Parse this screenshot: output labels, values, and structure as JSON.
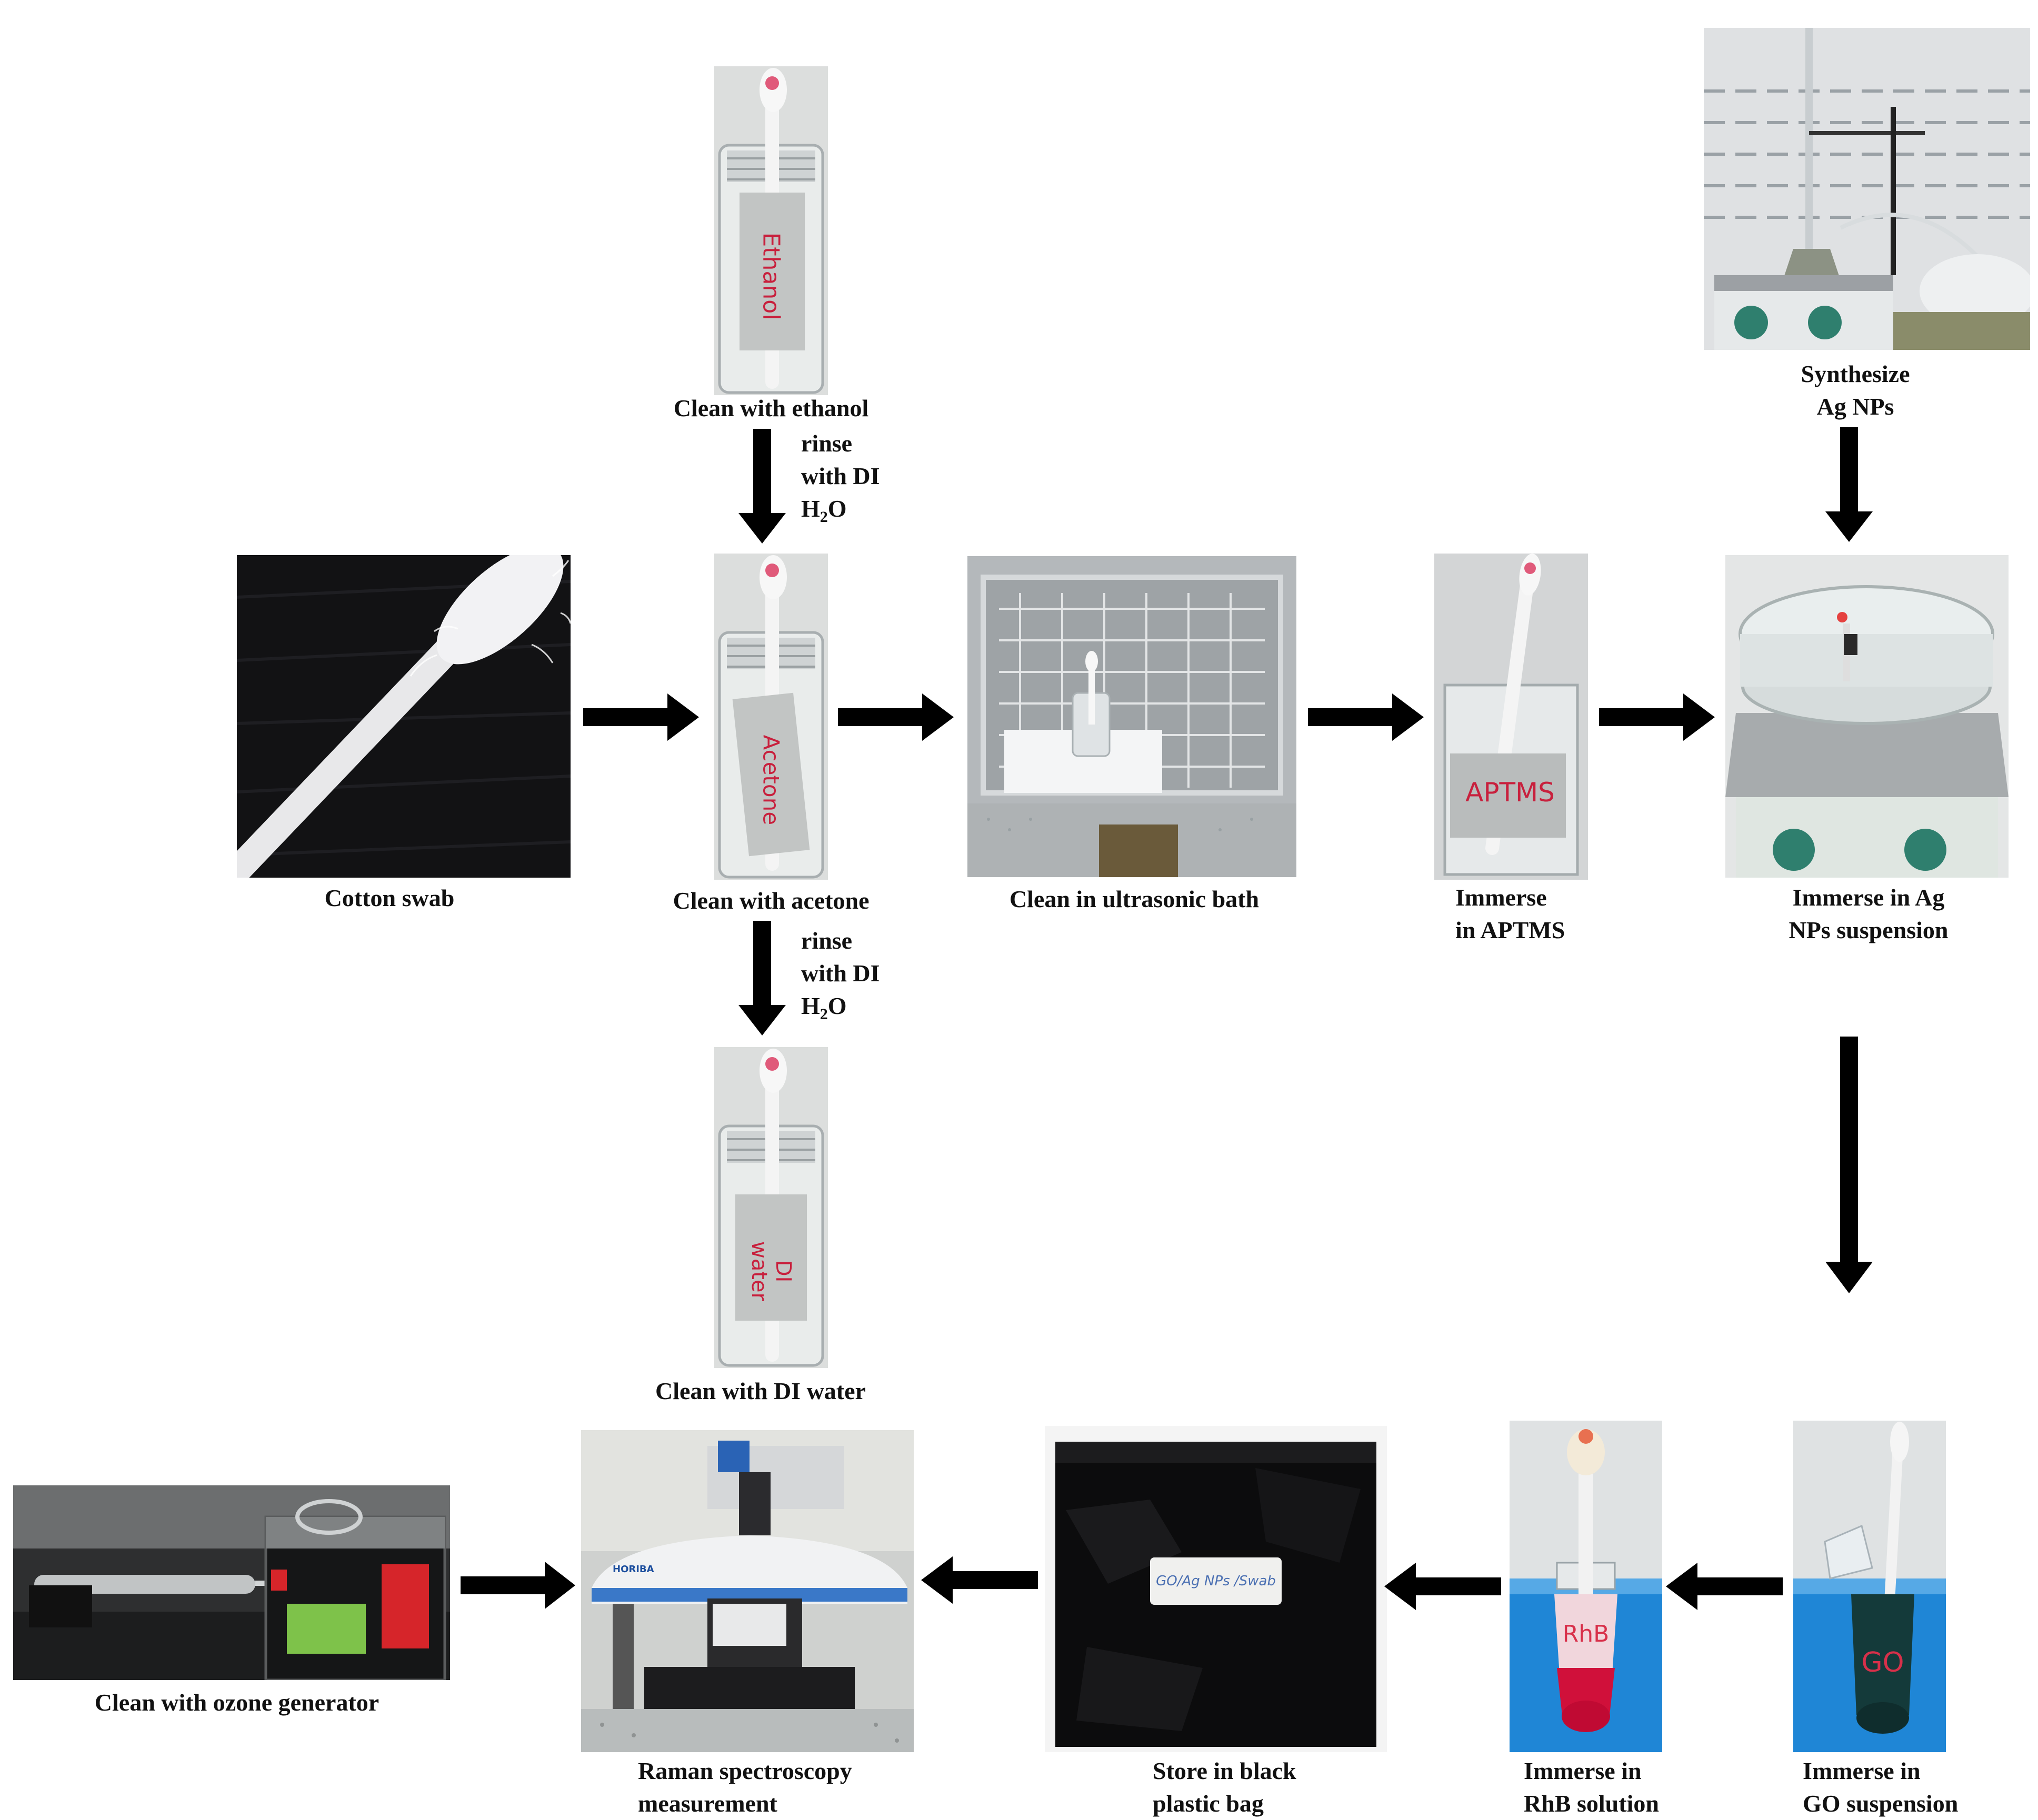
{
  "steps": {
    "cotton_swab": {
      "caption": "Cotton swab"
    },
    "ethanol": {
      "caption": "Clean with ethanol",
      "bottle_label": "Ethanol"
    },
    "acetone": {
      "caption": "Clean with acetone",
      "bottle_label": "Acetone"
    },
    "di_water": {
      "caption": "Clean with DI water",
      "bottle_label": "DI water"
    },
    "ultrasonic": {
      "caption": "Clean in ultrasonic bath"
    },
    "aptms": {
      "caption_line1": "Immerse",
      "caption_line2": "in APTMS",
      "beaker_label": "APTMS"
    },
    "agnps_immerse": {
      "caption_line1": "Immerse in Ag",
      "caption_line2": "NPs suspension"
    },
    "synthesize": {
      "caption_line1": "Synthesize",
      "caption_line2": "Ag NPs"
    },
    "go": {
      "caption_line1": "Immerse in",
      "caption_line2": "GO suspension",
      "tube_label": "GO"
    },
    "rhb": {
      "caption_line1": "Immerse in",
      "caption_line2": "RhB solution",
      "tube_label": "RhB"
    },
    "bag": {
      "caption_line1": "Store in black",
      "caption_line2": "plastic bag",
      "bag_label": "GO/Ag NPs /Swab"
    },
    "raman": {
      "caption_line1": "Raman spectroscopy",
      "caption_line2": "measurement",
      "brand": "HORIBA"
    },
    "ozone": {
      "caption": "Clean with ozone generator"
    }
  },
  "rinse": {
    "line1": "rinse",
    "line2": "with DI",
    "h2o_h": "H",
    "h2o_sub": "2",
    "h2o_o": "O"
  },
  "colors": {
    "arrow": "#000000",
    "marker_red": "#d8304a",
    "ice_blue": "#1f86d6",
    "rhb_pink": "#d0103a",
    "go_dark": "#143a3a",
    "steel": "#b8bcc0",
    "hotplate_green": "#2f7f6e"
  }
}
